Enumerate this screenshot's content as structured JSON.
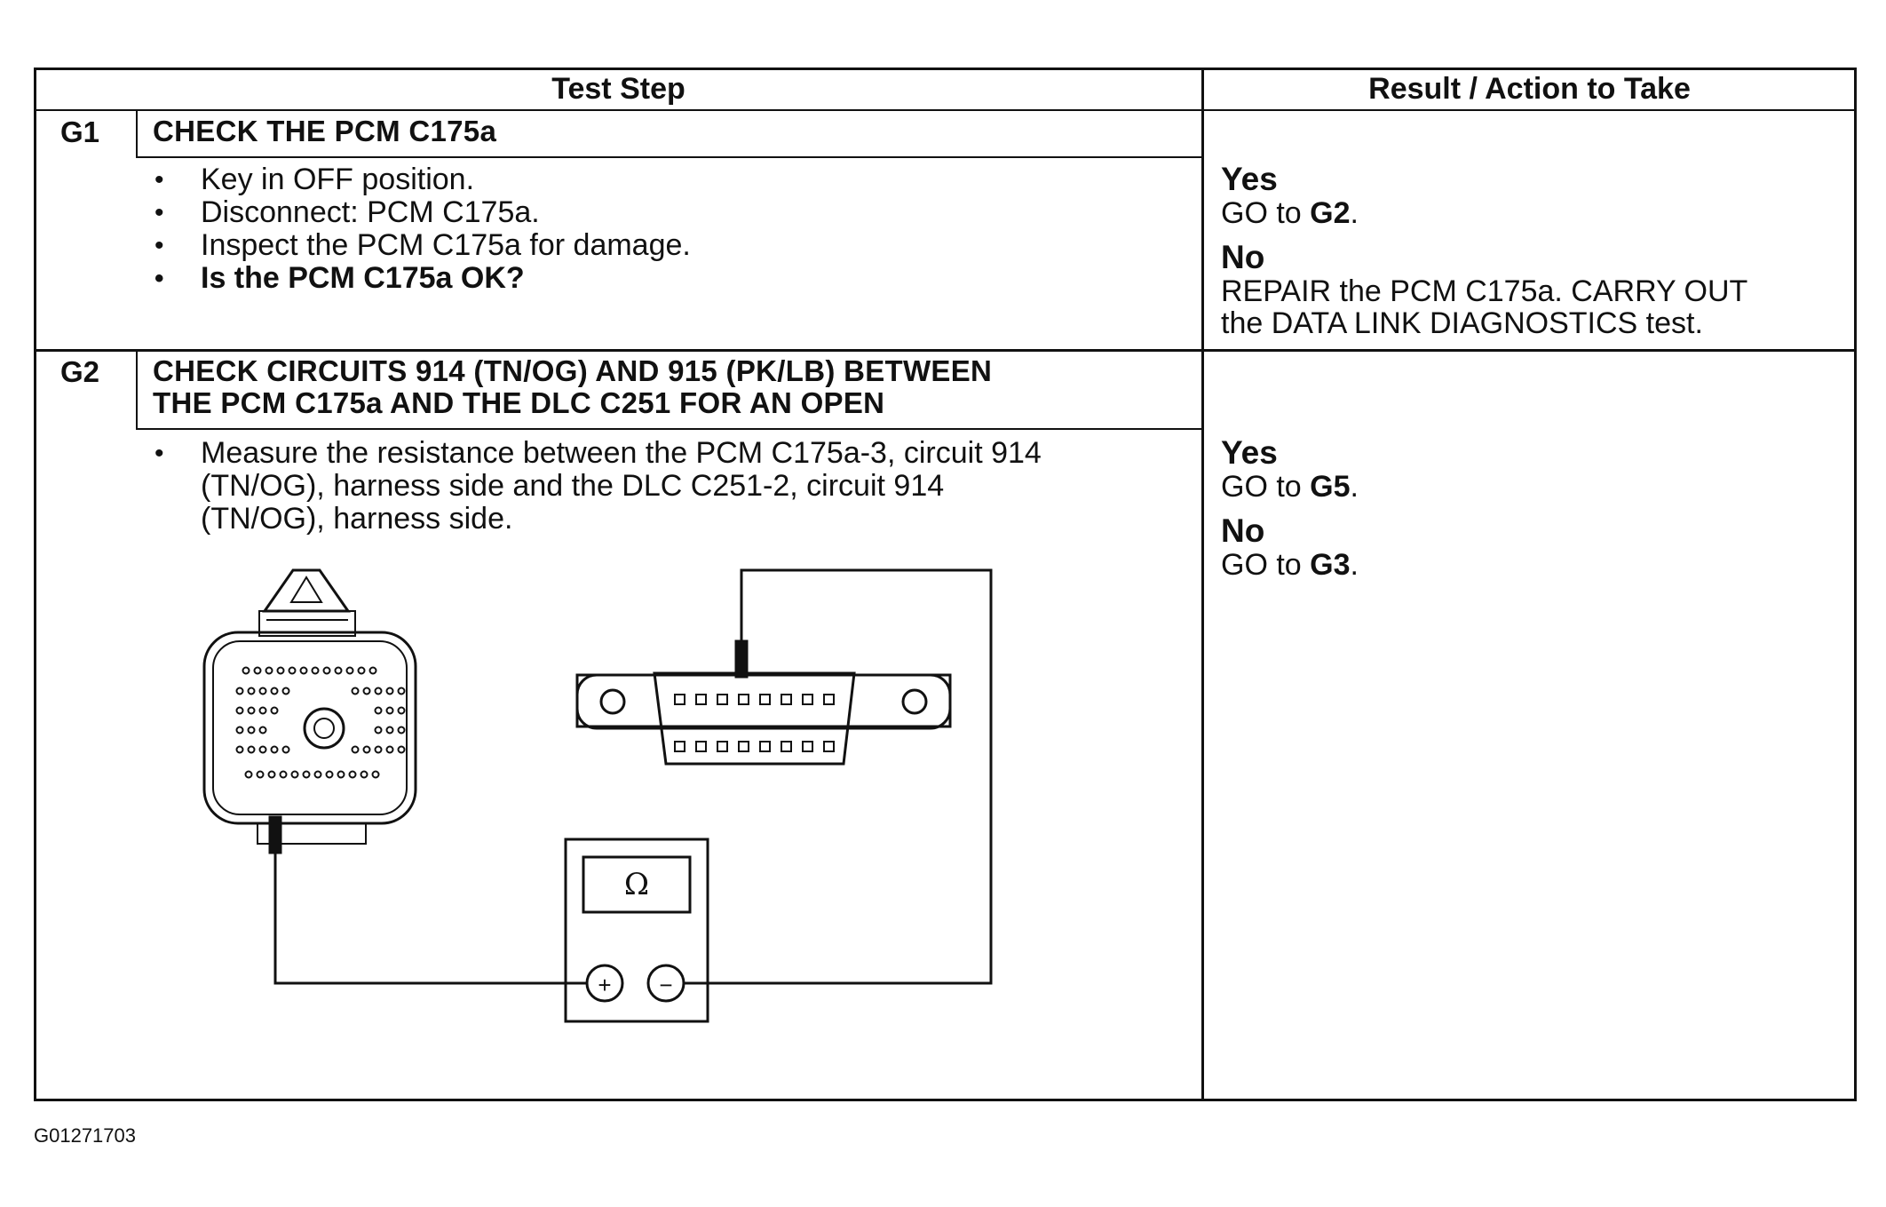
{
  "table": {
    "header_test_step": "Test Step",
    "header_result": "Result / Action to Take"
  },
  "steps": [
    {
      "id": "G1",
      "title": "CHECK THE PCM C175a",
      "bullets": [
        "Key in OFF position.",
        "Disconnect: PCM C175a.",
        "Inspect the PCM C175a for damage.",
        "Is the PCM C175a OK?"
      ],
      "yes_label": "Yes",
      "yes_action_prefix": "GO to ",
      "yes_target": "G2",
      "yes_suffix": ".",
      "no_label": "No",
      "no_action_line1": "REPAIR the PCM C175a. CARRY OUT",
      "no_action_line2": "the DATA LINK DIAGNOSTICS test."
    },
    {
      "id": "G2",
      "title_line1": "CHECK CIRCUITS 914 (TN/OG) AND 915 (PK/LB) BETWEEN",
      "title_line2": "THE PCM C175a AND THE DLC C251 FOR AN OPEN",
      "bullets": [
        "Measure the resistance between the PCM C175a-3, circuit 914",
        "(TN/OG), harness side and the DLC C251-2, circuit 914",
        "(TN/OG), harness side."
      ],
      "yes_label": "Yes",
      "yes_action_prefix": "GO to ",
      "yes_target": "G5",
      "yes_suffix": ".",
      "no_label": "No",
      "no_action_prefix": "GO to ",
      "no_target": "G3",
      "no_suffix": "."
    }
  ],
  "diagram": {
    "meter_symbol": "Ω",
    "plus_symbol": "+",
    "minus_symbol": "−"
  },
  "figure_code": "G01271703"
}
